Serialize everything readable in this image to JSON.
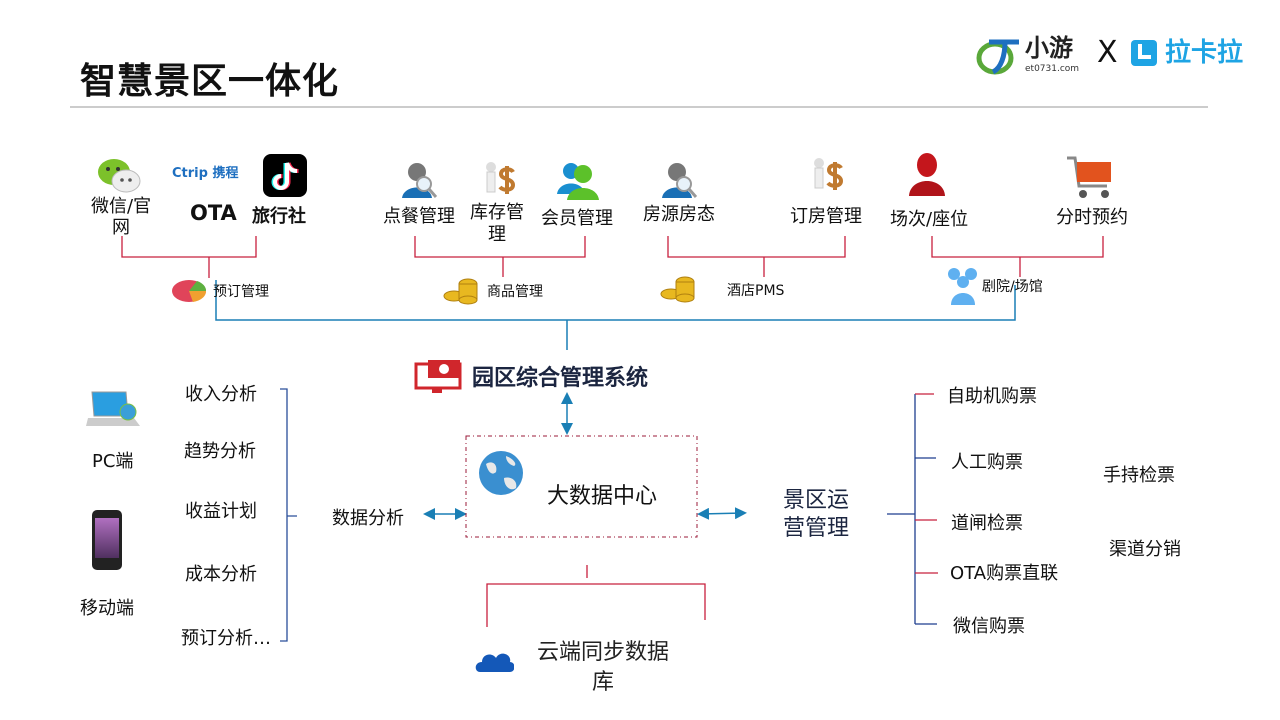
{
  "slide": {
    "title": "智慧景区一体化",
    "logo": {
      "brand1": "小游",
      "brand1_url_text": "et0731.com",
      "separator": "X",
      "brand2": "拉卡拉"
    }
  },
  "top": {
    "channels": [
      {
        "label": "微信/官\n网",
        "icon": "wechat-icon"
      },
      {
        "label": "OTA",
        "icon": "ctrip-icon",
        "icon_text": "Ctrip 携程"
      },
      {
        "label": "旅行社",
        "icon": "tiktok-icon"
      }
    ],
    "goods": [
      {
        "label": "点餐管理",
        "icon": "user-search-icon"
      },
      {
        "label": "库存管\n理",
        "icon": "dollar-figure-icon"
      },
      {
        "label": "会员管理",
        "icon": "members-icon"
      }
    ],
    "hotel": [
      {
        "label": "房源房态",
        "icon": "user-search-icon"
      },
      {
        "label": "订房管理",
        "icon": "dollar-figure-icon"
      }
    ],
    "venue": [
      {
        "label": "场次/座位",
        "icon": "red-user-icon"
      },
      {
        "label": "分时预约",
        "icon": "cart-icon"
      }
    ],
    "groups": [
      {
        "label": "预订管理",
        "icon": "pie-chart-icon"
      },
      {
        "label": "商品管理",
        "icon": "coins-icon"
      },
      {
        "label": "酒店PMS",
        "icon": "coins-icon"
      },
      {
        "label": "剧院/场馆",
        "icon": "group-icon"
      }
    ]
  },
  "center": {
    "park_system": "园区综合管理系统",
    "big_data": "大数据中心",
    "cloud_db": "云端同步数据\n库"
  },
  "left": {
    "devices": [
      {
        "label": "PC端"
      },
      {
        "label": "移动端"
      }
    ],
    "analysis_items": [
      "收入分析",
      "趋势分析",
      "收益计划",
      "成本分析",
      "预订分析…"
    ],
    "analysis_label": "数据分析"
  },
  "right": {
    "ops_label": "景区运\n营管理",
    "ticket_items": [
      "自助机购票",
      "人工购票",
      "道闸检票",
      "OTA购票直联",
      "微信购票"
    ],
    "extra_items": [
      "手持检票",
      "渠道分销"
    ]
  },
  "colors": {
    "red_line": "#c8203e",
    "blue_line": "#1a7fb5",
    "navy_line": "#1f3f8f",
    "box_border": "#9b1b3a"
  }
}
